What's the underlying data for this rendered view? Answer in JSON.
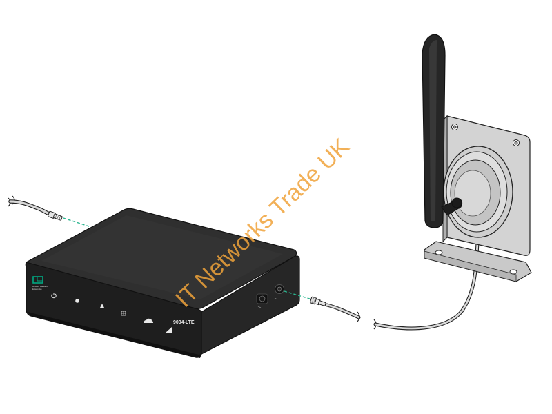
{
  "device": {
    "model_label": "9004-LTE",
    "brand_lines": [
      "Hewlett Packard",
      "Enterprise"
    ],
    "front_indicators": [
      "power-icon",
      "status-dot-icon",
      "triangle-up-icon",
      "lte-icon",
      "cloud-icon",
      "signal-bars-icon"
    ]
  },
  "watermark": {
    "text": "IT Networks Trade UK",
    "color": "#f0a33a"
  },
  "colors": {
    "device_body": "#2b2b2b",
    "device_top": "#333333",
    "device_front": "#1f1f1f",
    "antenna": "#262626",
    "bracket": "#c9c9c9",
    "cable": "#d9d9d9",
    "connection_dash": "#2bb58f",
    "brand_green": "#01a982"
  }
}
